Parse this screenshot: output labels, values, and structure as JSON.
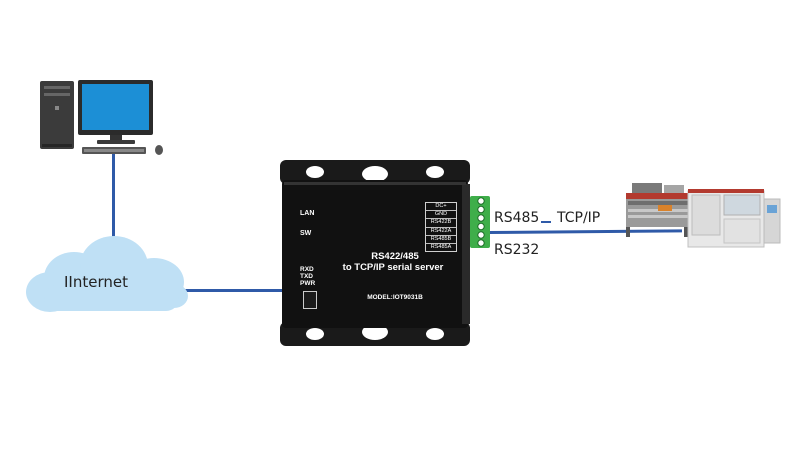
{
  "network": {
    "cloud_label": "IInternet"
  },
  "device": {
    "title_line1": "RS422/485",
    "title_line2": "to TCP/IP serial server",
    "model": "MODEL:IOT9031B",
    "leds_top": [
      "LAN",
      "SW"
    ],
    "leds_bottom": [
      "RXD",
      "TXD",
      "PWR"
    ],
    "port_labels": [
      "DC+",
      "GND",
      "RS422B",
      "RS422A",
      "RS485B",
      "RS485A"
    ]
  },
  "link_labels": {
    "rs485": "RS485",
    "tcpip": "TCP/IP",
    "rs232": "RS232"
  },
  "colors": {
    "wire": "#2f5aa8",
    "device_body": "#111111",
    "terminal": "#3fae4a",
    "cloud": "#bfe0f5"
  }
}
